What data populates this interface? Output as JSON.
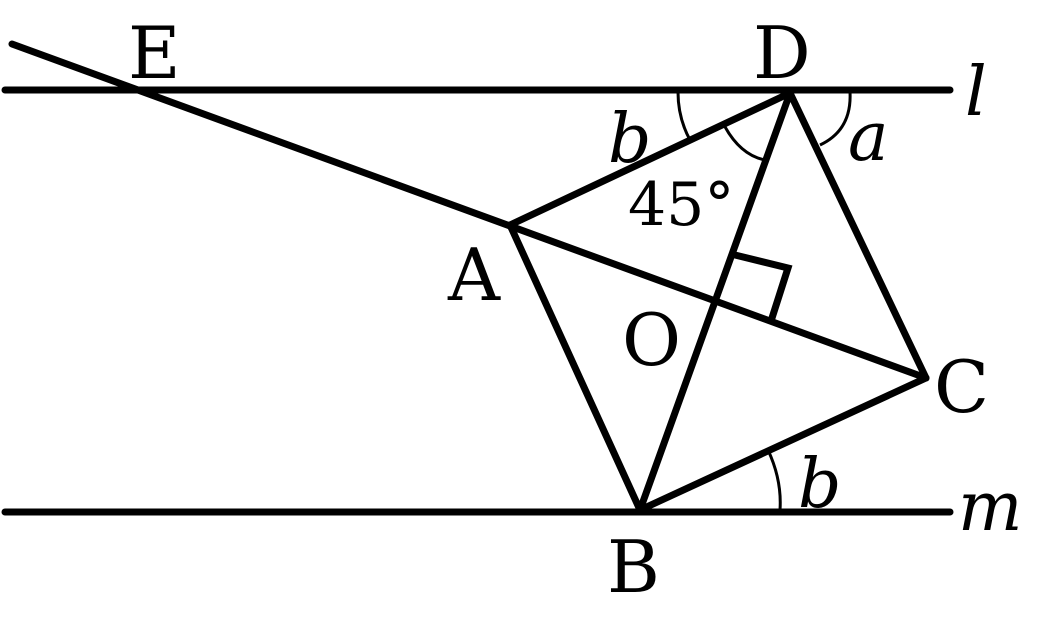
{
  "labels": {
    "E": "E",
    "D": "D",
    "A": "A",
    "O": "O",
    "C": "C",
    "B": "B",
    "line_l": "l",
    "line_m": "m",
    "angle_b_top": "b",
    "angle_a": "a",
    "angle_b_bottom": "b",
    "angle_45": "45°"
  }
}
